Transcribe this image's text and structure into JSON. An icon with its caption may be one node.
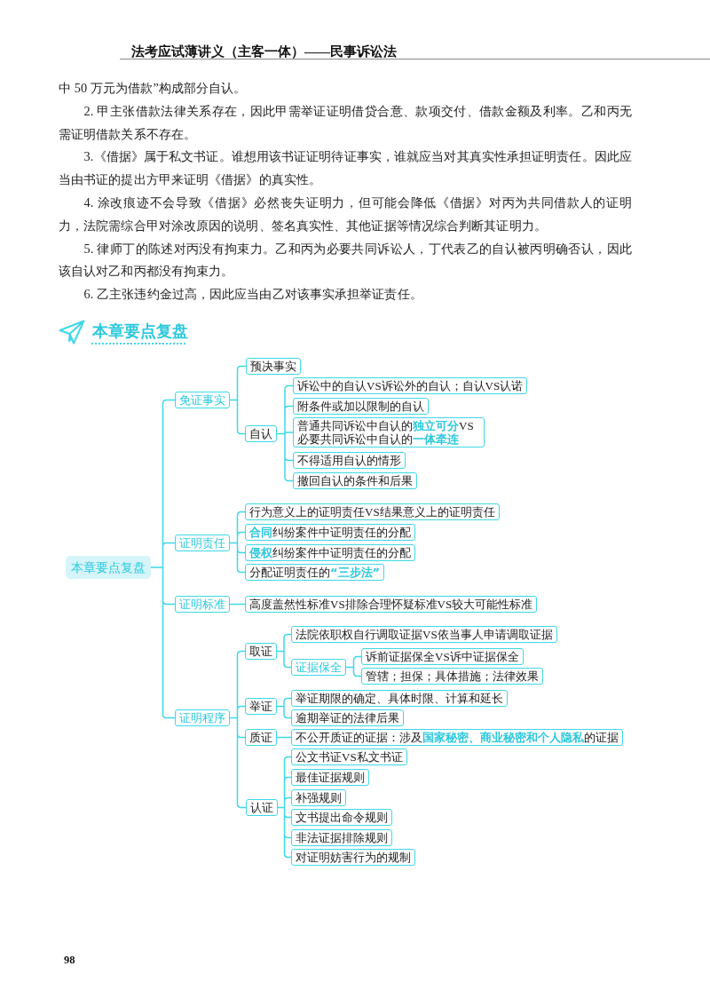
{
  "diagram": {
    "title": "本章要点复盘",
    "nodes": [
      {
        "text": [
          "本章要点复盘"
        ]
      },
      {
        "text": [
          "免证事实"
        ]
      },
      {
        "text": [
          "预决事实"
        ]
      },
      {
        "text": [
          "自认"
        ]
      },
      {
        "text": [
          "诉讼中的自认VS诉讼外的自认；自认VS认诺"
        ]
      },
      {
        "text": [
          "附条件或加以限制的自认"
        ]
      },
      {
        "text": [
          "普通共同诉讼中自认的**独立可分**VS必要共同诉讼中自认的**一体牵连**"
        ]
      },
      {
        "text": [
          "不得适用自认的情形"
        ]
      },
      {
        "text": [
          "撤回自认的条件和后果"
        ]
      },
      {
        "text": [
          "证明责任"
        ]
      },
      {
        "text": [
          "行为意义上的证明责任VS结果意义上的证明责任"
        ]
      },
      {
        "text": [
          "**合同**纠纷案件中证明责任的分配"
        ]
      },
      {
        "text": [
          "**侵权**纠纷案件中证明责任的分配"
        ]
      },
      {
        "text": [
          "分配证明责任的**“三步法”**"
        ]
      },
      {
        "text": [
          "证明标准"
        ]
      },
      {
        "text": [
          "高度盖然性标准VS排除合理怀疑标准VS较大可能性标准"
        ]
      },
      {
        "text": [
          "证明程序"
        ]
      },
      {
        "text": [
          "取证"
        ]
      },
      {
        "text": [
          "法院依职权自行调取证据VS依当事人申请调取证据"
        ]
      },
      {
        "text": [
          "证据保全"
        ]
      },
      {
        "text": [
          "诉前证据保全VS诉中证据保全"
        ]
      },
      {
        "text": [
          "管辖；担保；具体措施；法律效果"
        ]
      },
      {
        "text": [
          "举证"
        ]
      },
      {
        "text": [
          "举证期限的确定、具体时限、计算和延长"
        ]
      },
      {
        "text": [
          "逾期举证的法律后果"
        ]
      },
      {
        "text": [
          "质证"
        ]
      },
      {
        "text": [
          "不公开质证的证据：涉及**国家秘密、商业秘密和个人隐私**的证据"
        ]
      },
      {
        "text": [
          "认证"
        ]
      },
      {
        "text": [
          "公文书证VS私文书证"
        ]
      },
      {
        "text": [
          "最佳证据规则"
        ]
      },
      {
        "text": [
          "补强规则"
        ]
      },
      {
        "text": [
          "文书提出命令规则"
        ]
      },
      {
        "text": [
          "非法证据排除规则"
        ]
      },
      {
        "text": [
          "对证明妨害行为的规制"
        ]
      }
    ],
    "edges": [
      {
        "from": 0,
        "to": 1,
        "arrow": "none"
      },
      {
        "from": 0,
        "to": 9,
        "arrow": "none"
      },
      {
        "from": 0,
        "to": 14,
        "arrow": "none"
      },
      {
        "from": 0,
        "to": 16,
        "arrow": "none"
      },
      {
        "from": 1,
        "to": 2,
        "arrow": "none"
      },
      {
        "from": 1,
        "to": 3,
        "arrow": "none"
      },
      {
        "from": 3,
        "to": 4,
        "arrow": "none"
      },
      {
        "from": 3,
        "to": 5,
        "arrow": "none"
      },
      {
        "from": 3,
        "to": 6,
        "arrow": "none"
      },
      {
        "from": 3,
        "to": 7,
        "arrow": "none"
      },
      {
        "from": 3,
        "to": 8,
        "arrow": "none"
      },
      {
        "from": 9,
        "to": 10,
        "arrow": "none"
      },
      {
        "from": 9,
        "to": 11,
        "arrow": "none"
      },
      {
        "from": 9,
        "to": 12,
        "arrow": "none"
      },
      {
        "from": 9,
        "to": 13,
        "arrow": "none"
      },
      {
        "from": 14,
        "to": 15,
        "arrow": "none"
      },
      {
        "from": 16,
        "to": 17,
        "arrow": "none"
      },
      {
        "from": 16,
        "to": 22,
        "arrow": "none"
      },
      {
        "from": 16,
        "to": 25,
        "arrow": "none"
      },
      {
        "from": 16,
        "to": 27,
        "arrow": "none"
      },
      {
        "from": 17,
        "to": 18,
        "arrow": "none"
      },
      {
        "from": 17,
        "to": 19,
        "arrow": "none"
      },
      {
        "from": 19,
        "to": 20,
        "arrow": "none"
      },
      {
        "from": 19,
        "to": 21,
        "arrow": "none"
      },
      {
        "from": 22,
        "to": 23,
        "arrow": "none"
      },
      {
        "from": 22,
        "to": 24,
        "arrow": "none"
      },
      {
        "from": 25,
        "to": 26,
        "arrow": "none"
      },
      {
        "from": 27,
        "to": 28,
        "arrow": "none"
      },
      {
        "from": 27,
        "to": 29,
        "arrow": "none"
      },
      {
        "from": 27,
        "to": 30,
        "arrow": "none"
      },
      {
        "from": 27,
        "to": 31,
        "arrow": "none"
      },
      {
        "from": 27,
        "to": 32,
        "arrow": "none"
      },
      {
        "from": 27,
        "to": 33,
        "arrow": "none"
      }
    ],
    "labels": [
      "法考应试薄讲义（主客一体）——民事诉讼法",
      "中 50 万元为借款”构成部分自认。",
      "2. 甲主张借款法律关系存在，因此甲需举证证明借贷合意、款项交付、借款金额及利率。乙和丙无需证明借款关系不存在。",
      "3.《借据》属于私文书证。谁想用该书证证明待证事实，谁就应当对其真实性承担证明责任。因此应当由书证的提出方甲来证明《借据》的真实性。",
      "4. 涂改痕迹不会导致《借据》必然丧失证明力，但可能会降低《借据》对丙为共同借款人的证明力，法院需综合甲对涂改原因的说明、签名真实性、其他证据等情况综合判断其证明力。",
      "5. 律师丁的陈述对丙没有拘束力。乙和丙为必要共同诉讼人，丁代表乙的自认被丙明确否认，因此该自认对乙和丙都没有拘束力。",
      "6. 乙主张违约金过高，因此应当由乙对该事实承担举证责任。",
      "98"
    ]
  }
}
